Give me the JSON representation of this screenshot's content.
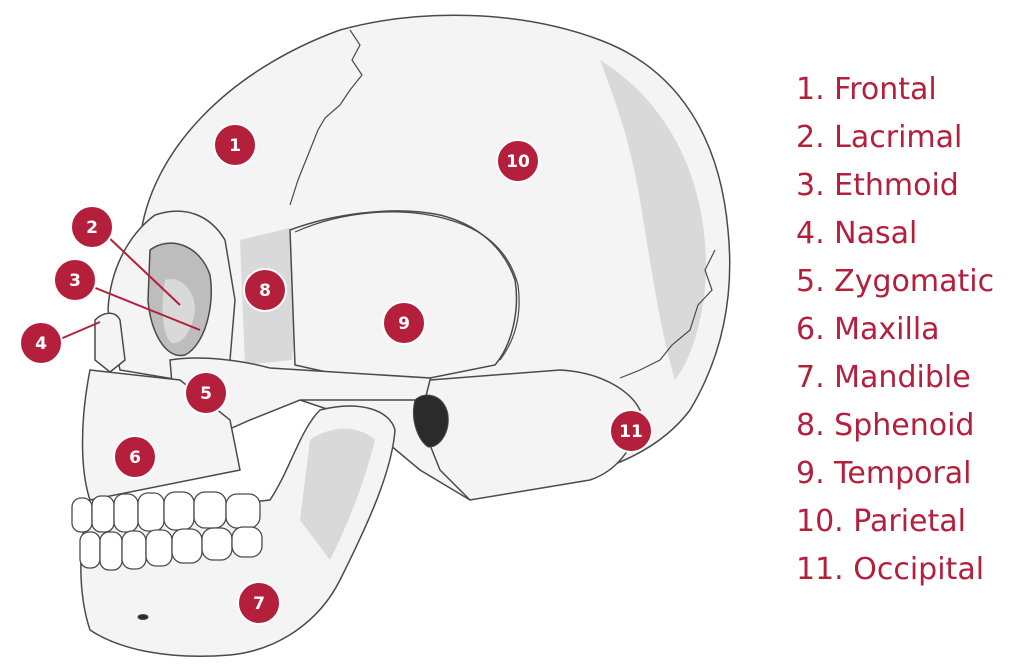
{
  "colors": {
    "accent": "#b4203c",
    "bone_fill": "#f4f4f4",
    "bone_shadow": "#d9d9d9",
    "bone_dark": "#bdbdbd",
    "outline": "#4a4a4a"
  },
  "markers": [
    {
      "id": "1",
      "text": "1"
    },
    {
      "id": "2",
      "text": "2"
    },
    {
      "id": "3",
      "text": "3"
    },
    {
      "id": "4",
      "text": "4"
    },
    {
      "id": "5",
      "text": "5"
    },
    {
      "id": "6",
      "text": "6"
    },
    {
      "id": "7",
      "text": "7"
    },
    {
      "id": "8",
      "text": "8"
    },
    {
      "id": "9",
      "text": "9"
    },
    {
      "id": "10",
      "text": "10"
    },
    {
      "id": "11",
      "text": "11"
    }
  ],
  "legend": [
    "1. Frontal",
    "2. Lacrimal",
    "3. Ethmoid",
    "4. Nasal",
    "5. Zygomatic",
    "6. Maxilla",
    "7. Mandible",
    "8. Sphenoid",
    "9. Temporal",
    "10. Parietal",
    "11. Occipital"
  ]
}
